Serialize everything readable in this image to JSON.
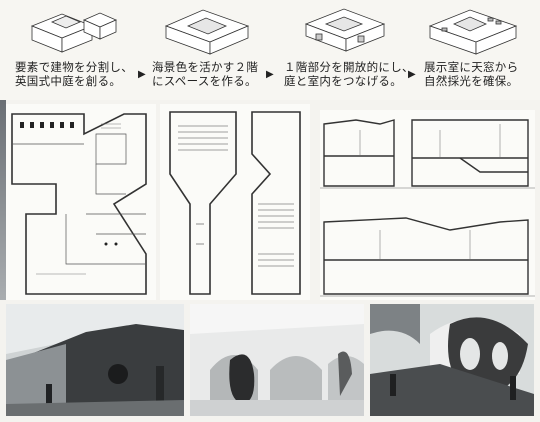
{
  "steps": [
    {
      "line1": "要素で建物を分割し、",
      "line2": "英国式中庭を創る。",
      "arrow": "▶"
    },
    {
      "line1": "海景色を活かす２階",
      "line2": "にスペースを作る。",
      "arrow": "▶"
    },
    {
      "line1": "１階部分を開放的にし、",
      "line2": "庭と室内をつなげる。",
      "arrow": "▶"
    },
    {
      "line1": "展示室に天窓から",
      "line2": "自然採光を確保。",
      "arrow": ""
    }
  ],
  "icons": [
    "isometric-massing",
    "isometric-courtyard",
    "isometric-open-ground",
    "isometric-skylight"
  ],
  "colors": {
    "ink": "#222222",
    "paper": "#f4f3ef",
    "line": "#333333"
  }
}
